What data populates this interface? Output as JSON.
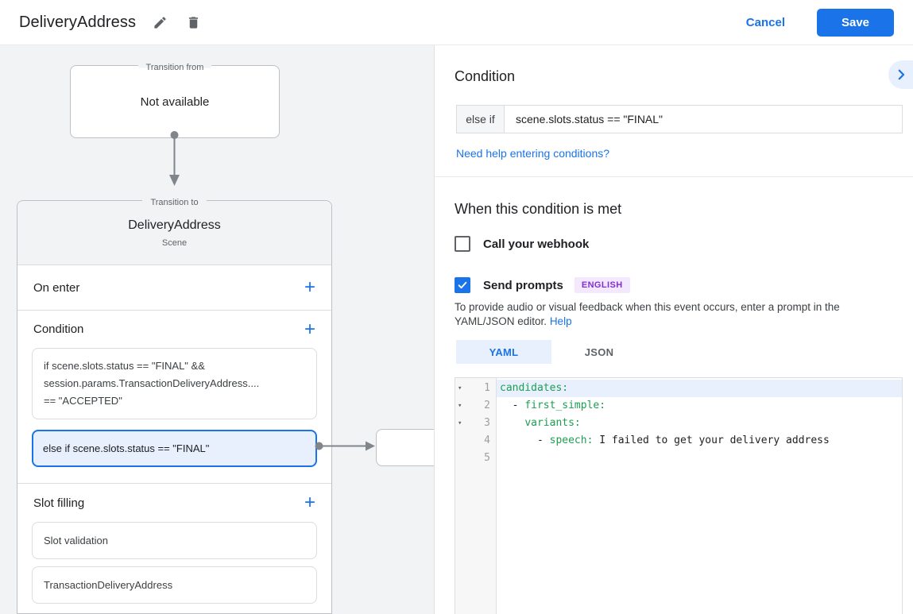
{
  "header": {
    "title": "DeliveryAddress",
    "cancel_label": "Cancel",
    "save_label": "Save"
  },
  "canvas": {
    "transition_from": {
      "legend": "Transition from",
      "content": "Not available"
    },
    "transition_to": {
      "legend": "Transition to",
      "title": "DeliveryAddress",
      "subtitle": "Scene"
    },
    "on_enter": {
      "label": "On enter",
      "add": "+"
    },
    "condition": {
      "label": "Condition",
      "add": "+",
      "first": {
        "lines": [
          "if scene.slots.status == \"FINAL\" &&",
          "session.params.TransactionDeliveryAddress....",
          "== \"ACCEPTED\""
        ]
      },
      "selected": {
        "text": "else if scene.slots.status == \"FINAL\""
      }
    },
    "slot_filling": {
      "label": "Slot filling",
      "add": "+",
      "items": [
        {
          "text": "Slot validation"
        },
        {
          "text": "TransactionDeliveryAddress"
        }
      ]
    }
  },
  "panel": {
    "heading": "Condition",
    "condition_row": {
      "prefix": "else if",
      "value": "scene.slots.status == \"FINAL\""
    },
    "help_link": "Need help entering conditions?",
    "when_heading": "When this condition is met",
    "webhook": {
      "label": "Call your webhook",
      "checked": false
    },
    "prompts": {
      "label": "Send prompts",
      "checked": true,
      "badge": "ENGLISH"
    },
    "description": "To provide audio or visual feedback when this event occurs, enter a prompt in the YAML/JSON editor.",
    "description_link": "Help",
    "tabs": [
      {
        "label": "YAML",
        "active": true
      },
      {
        "label": "JSON",
        "active": false
      }
    ],
    "editor": {
      "lines": [
        {
          "num": "1",
          "indent": "",
          "key": "candidates:",
          "value": "",
          "fold": true,
          "highlight": true
        },
        {
          "num": "2",
          "indent": "  - ",
          "key": "first_simple:",
          "value": "",
          "fold": true,
          "highlight": false
        },
        {
          "num": "3",
          "indent": "    ",
          "key": "variants:",
          "value": "",
          "fold": true,
          "highlight": false
        },
        {
          "num": "4",
          "indent": "      - ",
          "key": "speech:",
          "value": " I failed to get your delivery address",
          "fold": false,
          "highlight": false
        },
        {
          "num": "5",
          "indent": "",
          "key": "",
          "value": "",
          "fold": false,
          "highlight": false
        }
      ]
    }
  },
  "colors": {
    "accent_blue": "#1a73e8",
    "selection_blue": "#e8f0fe",
    "canvas_gray": "#f1f3f4",
    "code_key_green": "#1e9e50",
    "badge_bg": "#f3e8fd",
    "badge_text": "#8430ce"
  }
}
